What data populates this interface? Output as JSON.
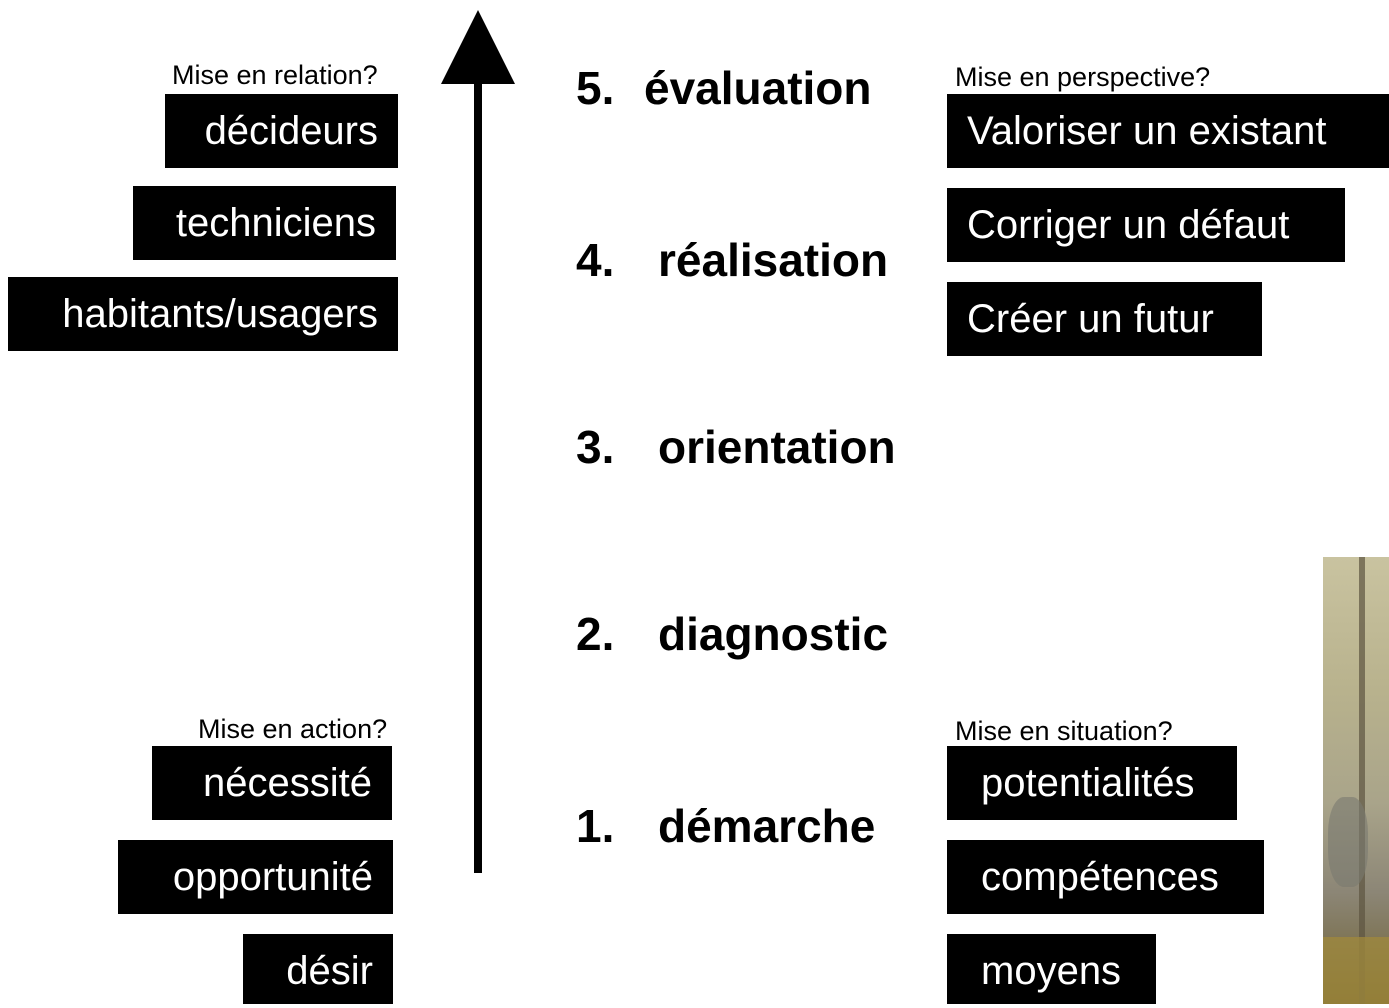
{
  "left": {
    "top_caption": "Mise en relation?",
    "top_items": [
      "décideurs",
      "techniciens",
      "habitants/usagers"
    ],
    "bottom_caption": "Mise en action?",
    "bottom_items": [
      "nécessité",
      "opportunité",
      "désir"
    ]
  },
  "stages": [
    {
      "num": "5.",
      "label": "évaluation"
    },
    {
      "num": "4.",
      "label": "réalisation"
    },
    {
      "num": "3.",
      "label": "orientation"
    },
    {
      "num": "2.",
      "label": "diagnostic"
    },
    {
      "num": "1.",
      "label": "démarche"
    }
  ],
  "right": {
    "top_caption": "Mise en perspective?",
    "top_items": [
      "Valoriser un existant",
      "Corriger un défaut",
      "Créer un futur"
    ],
    "bottom_caption": "Mise en situation?",
    "bottom_items": [
      "potentialités",
      "compétences",
      "moyens"
    ]
  },
  "colors": {
    "box_bg": "#000000",
    "box_text": "#ffffff",
    "arrow": "#000000"
  }
}
